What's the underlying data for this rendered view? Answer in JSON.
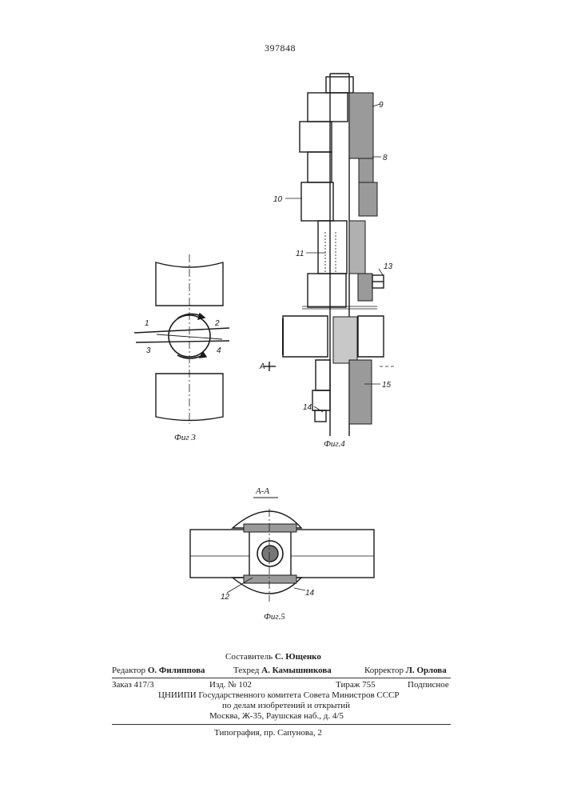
{
  "patent_number": "397848",
  "figures": {
    "fig3": {
      "caption": "Фиг 3",
      "labels": [
        "1",
        "2",
        "3",
        "4"
      ]
    },
    "fig4": {
      "caption": "Фиг.4",
      "labels": [
        "9",
        "8",
        "10",
        "11",
        "13",
        "15",
        "14"
      ],
      "section_marker": "А"
    },
    "fig5": {
      "section_title": "А-А",
      "caption": "Фиг.5",
      "labels": [
        "12",
        "14"
      ]
    }
  },
  "imprint": {
    "compiler_label": "Составитель",
    "compiler_name": "С. Ющенко",
    "editor_label": "Редактор",
    "editor_name": "О. Филиппова",
    "techred_label": "Техред",
    "techred_name": "А. Камышникова",
    "corrector_label": "Корректор",
    "corrector_name": "Л. Орлова",
    "order": "Заказ 417/3",
    "edition": "Изд. № 102",
    "circulation": "Тираж 755",
    "subscription": "Подписное",
    "org_line1": "ЦНИИПИ Государственного комитета Совета Министров СССР",
    "org_line2": "по делам изобретений и открытий",
    "org_line3": "Москва, Ж-35, Раушская наб., д. 4/5",
    "printer": "Типография, пр. Сапунова, 2"
  }
}
